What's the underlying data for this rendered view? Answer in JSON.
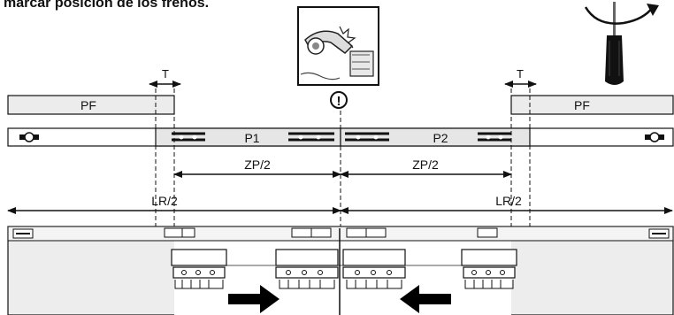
{
  "caption": "marcar posición de los frenos.",
  "labels": {
    "fixed_left": "PF",
    "fixed_right": "PF",
    "panel_1": "P1",
    "panel_2": "P2",
    "tolerance_left": "T",
    "tolerance_right": "T",
    "half_passage_left": "ZP/2",
    "half_passage_right": "ZP/2",
    "half_rail_left": "LR/2",
    "half_rail_right": "LR/2",
    "warning": "!"
  },
  "colors": {
    "line": "#111111",
    "panel_fill": "#e6e6e6",
    "fixed_fill": "#ececec",
    "door_fill": "#ededed",
    "arrow": "#000000"
  },
  "icons": [
    "screwdriver-icon",
    "rotation-arrow-icon",
    "warning-icon",
    "brake-detail-icon"
  ]
}
